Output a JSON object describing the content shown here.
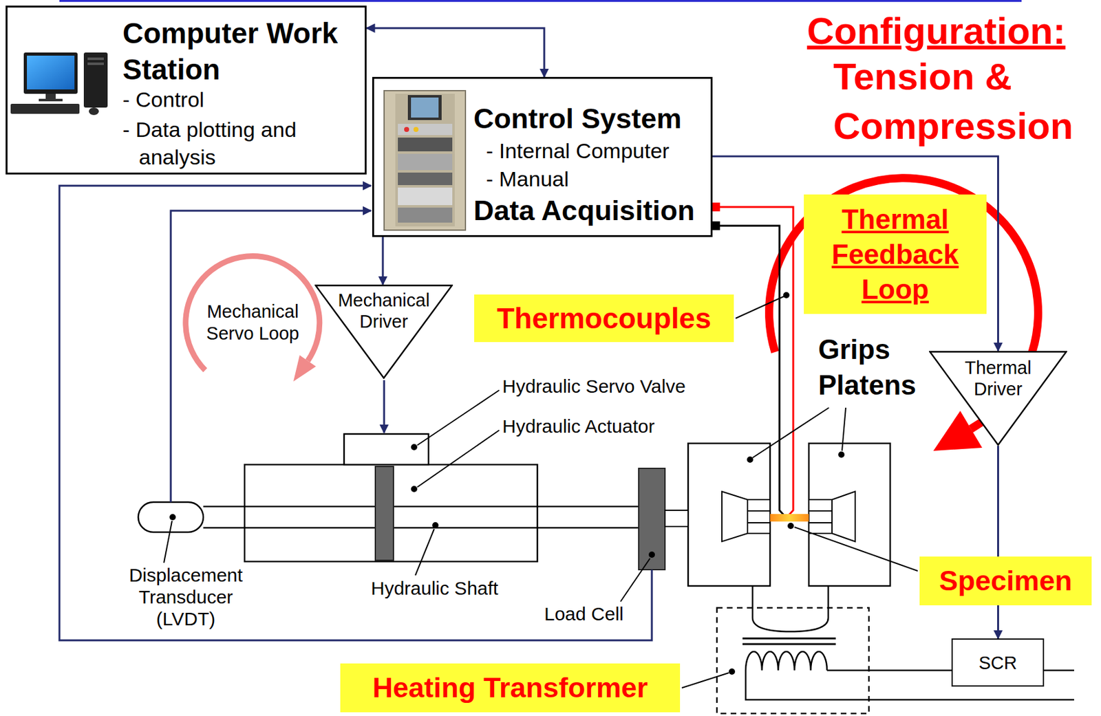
{
  "diagram": {
    "title": "Configuration:",
    "nodes": [
      {
        "text": [
          "Computer Work Station",
          "- Control",
          "- Data plotting and analysis"
        ]
      },
      {
        "text": [
          "Control System",
          "- Internal Computer",
          "- Manual",
          "Data Acquisition"
        ]
      },
      {
        "text": [
          "Thermal Feedback Loop"
        ]
      },
      {
        "text": [
          "Thermocouples"
        ]
      },
      {
        "text": [
          "Mechanical Driver"
        ]
      },
      {
        "text": [
          "Thermal Driver"
        ]
      },
      {
        "text": [
          "Specimen"
        ]
      },
      {
        "text": [
          "Heating Transformer"
        ]
      },
      {
        "text": [
          "SCR"
        ]
      }
    ],
    "edges": [
      {
        "from": 0,
        "to": 1,
        "arrow": "both"
      },
      {
        "from": 1,
        "to": 4,
        "arrow": "to"
      },
      {
        "from": 1,
        "to": 5,
        "arrow": "to"
      },
      {
        "from": 5,
        "to": 8,
        "arrow": "to"
      }
    ],
    "labels": [
      "Tension & Compression",
      "Mechanical Servo Loop",
      "Hydraulic Servo Valve",
      "Hydraulic Actuator",
      "Grips Platens",
      "Displacement Transducer (LVDT)",
      "Hydraulic Shaft",
      "Load Cell"
    ]
  }
}
